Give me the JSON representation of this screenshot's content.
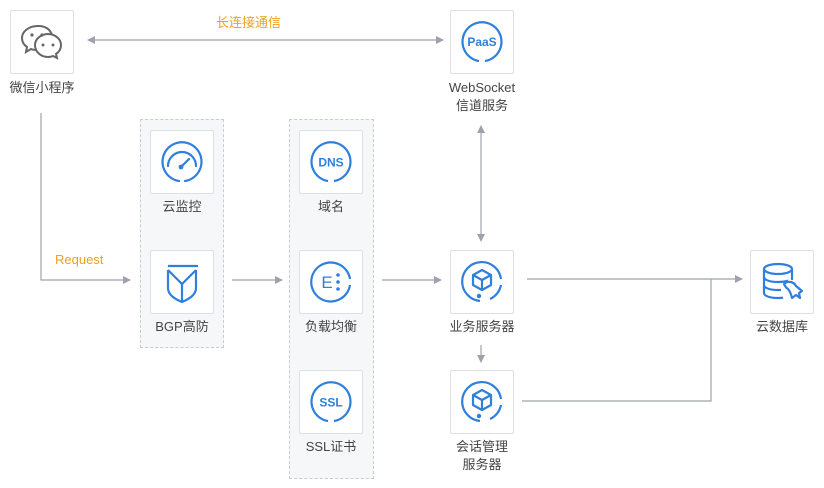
{
  "diagram": {
    "colors": {
      "icon": "#2f7fdc",
      "line": "#9ea3ab",
      "accent": "#f0a020",
      "wechat": "#666666"
    },
    "nodes": {
      "wechat": {
        "label": "微信小程序",
        "icon": "wechat-icon"
      },
      "websocket": {
        "label_line1": "WebSocket",
        "label_line2": "信道服务",
        "icon": "paas-icon",
        "icon_text": "PaaS"
      },
      "monitor": {
        "label": "云监控",
        "icon": "gauge-icon"
      },
      "bgp": {
        "label": "BGP高防",
        "icon": "shield-icon"
      },
      "dns": {
        "label": "域名",
        "icon": "dns-icon",
        "icon_text": "DNS"
      },
      "lb": {
        "label": "负载均衡",
        "icon": "load-balancer-icon",
        "icon_text": "E"
      },
      "ssl": {
        "label": "SSL证书",
        "icon": "ssl-icon",
        "icon_text": "SSL"
      },
      "biz": {
        "label": "业务服务器",
        "icon": "cube-icon"
      },
      "session": {
        "label_line1": "会话管理",
        "label_line2": "服务器",
        "icon": "cube-icon"
      },
      "db": {
        "label": "云数据库",
        "icon": "database-icon"
      }
    },
    "edges": {
      "long_conn": "长连接通信",
      "request": "Request"
    }
  }
}
